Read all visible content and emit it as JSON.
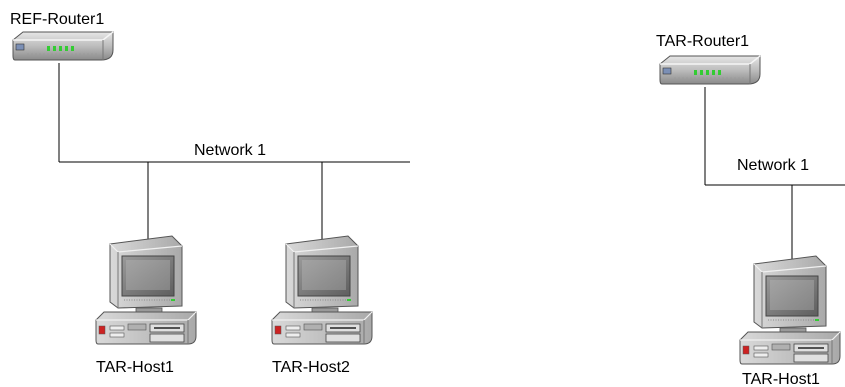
{
  "left_topology": {
    "router_label": "REF-Router1",
    "network_label": "Network 1",
    "hosts": [
      {
        "label": "TAR-Host1"
      },
      {
        "label": "TAR-Host2"
      }
    ]
  },
  "right_topology": {
    "router_label": "TAR-Router1",
    "network_label": "Network 1",
    "hosts": [
      {
        "label": "TAR-Host1"
      }
    ]
  },
  "colors": {
    "line": "#000000",
    "device_body": "#c8c8c8",
    "device_dark": "#808080",
    "screen": "#7f7f7f",
    "led_green": "#33cc33",
    "led_red": "#cc2222"
  }
}
